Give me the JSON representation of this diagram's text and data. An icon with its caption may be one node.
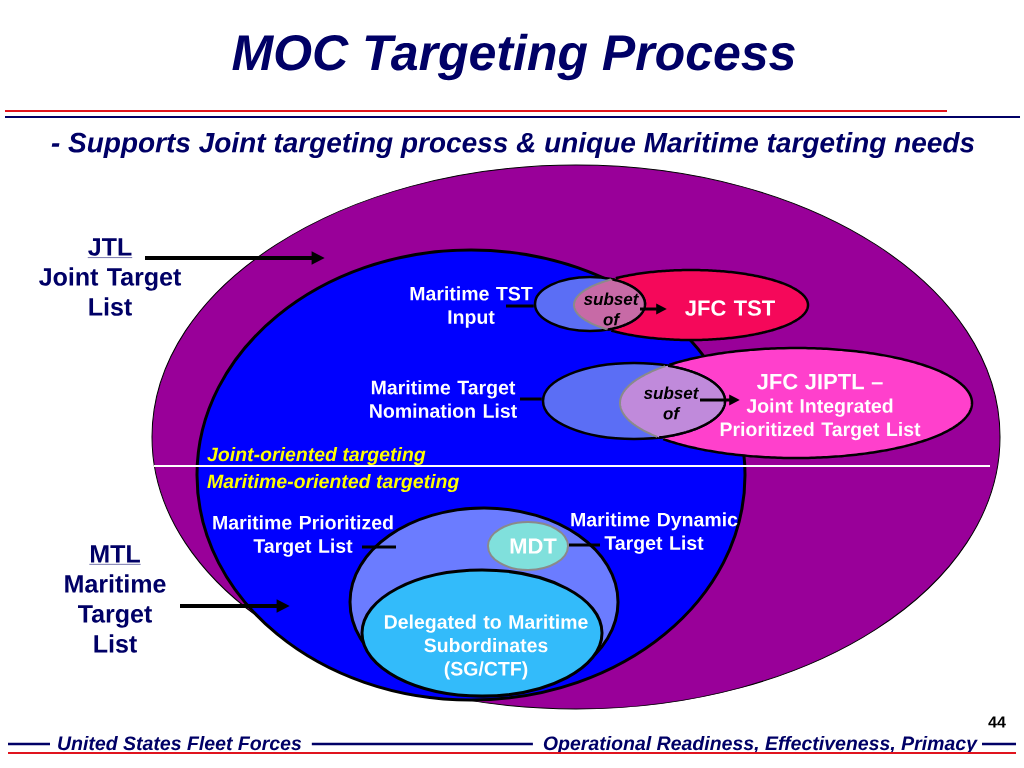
{
  "diagram": {
    "title": "MOC Targeting Process",
    "nodes": [
      {
        "text": [
          "JTL",
          "Joint Target List"
        ]
      },
      {
        "text": [],
        "shape": "ellipse"
      },
      {
        "text": [],
        "shape": "ellipse",
        "in": 1
      },
      {
        "text": [
          "Maritime TST Input"
        ],
        "in": 2
      },
      {
        "text": [],
        "shape": "ellipse",
        "in": 2
      },
      {
        "text": [
          "subset of"
        ],
        "in": 4
      },
      {
        "text": [
          "JFC TST"
        ],
        "in": 1
      },
      {
        "text": [
          "Maritime Target Nomination List"
        ],
        "in": 2
      },
      {
        "text": [],
        "shape": "ellipse",
        "in": 2
      },
      {
        "text": [
          "subset of"
        ],
        "in": 8
      },
      {
        "text": [
          "JFC JIPTL –",
          "Joint Integrated Prioritized Target List"
        ],
        "in": 1
      },
      {
        "text": [
          "Maritime Prioritized Target List"
        ],
        "in": 2
      },
      {
        "text": [],
        "shape": "ellipse",
        "in": 2
      },
      {
        "text": [
          "MDT"
        ],
        "in": 12
      },
      {
        "text": [
          "Maritime Dynamic Target List"
        ],
        "in": 2
      },
      {
        "text": [
          "Delegated to Maritime Subordinates (SG/CTF)"
        ],
        "in": 12
      },
      {
        "text": [
          "MTL",
          "Maritime Target List"
        ]
      }
    ],
    "edges": [
      {
        "from": 0,
        "to": 1,
        "arrow": "to"
      },
      {
        "from": 3,
        "to": 4,
        "arrow": "none"
      },
      {
        "from": 5,
        "to": 6,
        "arrow": "to"
      },
      {
        "from": 7,
        "to": 8,
        "arrow": "none"
      },
      {
        "from": 9,
        "to": 10,
        "arrow": "to"
      },
      {
        "from": 11,
        "to": 12,
        "arrow": "none"
      },
      {
        "from": 14,
        "to": 13,
        "arrow": "none"
      },
      {
        "from": 16,
        "to": 2,
        "arrow": "to"
      }
    ],
    "labels": [
      "- Supports Joint targeting process & unique Maritime targeting needs",
      "Joint-oriented targeting",
      "Maritime-oriented targeting",
      "44",
      "United States Fleet Forces",
      "Operational Readiness, Effectiveness, Primacy"
    ]
  }
}
